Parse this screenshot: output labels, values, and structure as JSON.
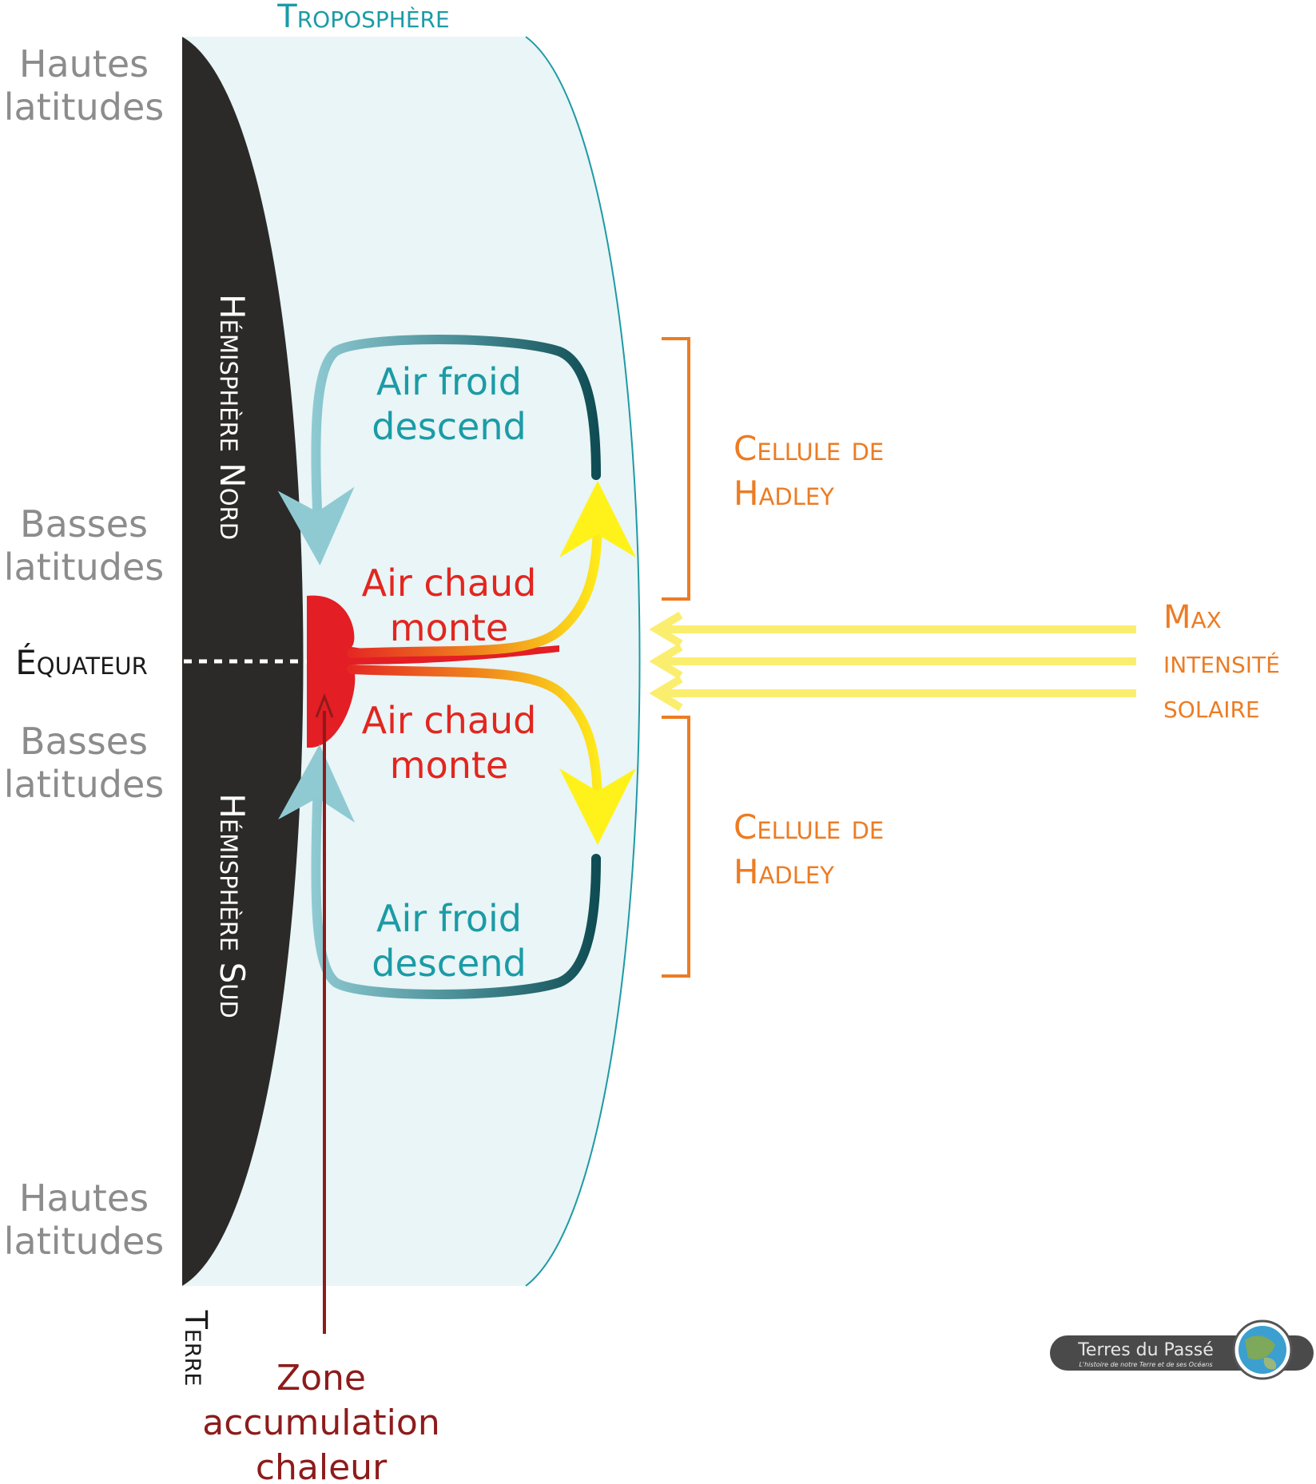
{
  "labels": {
    "troposphere": "Troposphère",
    "hautes_lat_top_1": "Hautes",
    "hautes_lat_top_2": "latitudes",
    "basses_lat_n_1": "Basses",
    "basses_lat_n_2": "latitudes",
    "equateur": "Équateur",
    "basses_lat_s_1": "Basses",
    "basses_lat_s_2": "latitudes",
    "hautes_lat_bot_1": "Hautes",
    "hautes_lat_bot_2": "latitudes",
    "hemisphere_nord": "Hémisphère Nord",
    "hemisphere_sud": "Hémisphère Sud",
    "terre": "Terre",
    "air_froid_n_1": "Air froid",
    "air_froid_n_2": "descend",
    "air_chaud_n_1": "Air chaud",
    "air_chaud_n_2": "monte",
    "air_chaud_s_1": "Air chaud",
    "air_chaud_s_2": "monte",
    "air_froid_s_1": "Air froid",
    "air_froid_s_2": "descend",
    "hadley_n_1": "Cellule de",
    "hadley_n_2": "Hadley",
    "hadley_s_1": "Cellule de",
    "hadley_s_2": "Hadley",
    "max_1": "Max",
    "max_2": "intensité",
    "max_3": "solaire",
    "zone_1": "Zone",
    "zone_2": "accumulation",
    "zone_3": "chaleur"
  },
  "logo": {
    "title": "Terres du Passé",
    "tagline": "L'histoire de notre Terre et de ses Océans"
  },
  "colors": {
    "earth": "#2b2a29",
    "troposphere_fill": "#e9f5f6",
    "troposphere_line": "#1e9aa6",
    "teal_text": "#1b9ba6",
    "grey_text": "#8c8c8c",
    "hot_red": "#e31e24",
    "hot_text": "#e2261f",
    "orange": "#ec7c24",
    "solar_yellow": "#fbee6e",
    "dark_red": "#8e1b1b",
    "cold_light": "#86c5cf",
    "cold_dark": "#0e4b52"
  }
}
